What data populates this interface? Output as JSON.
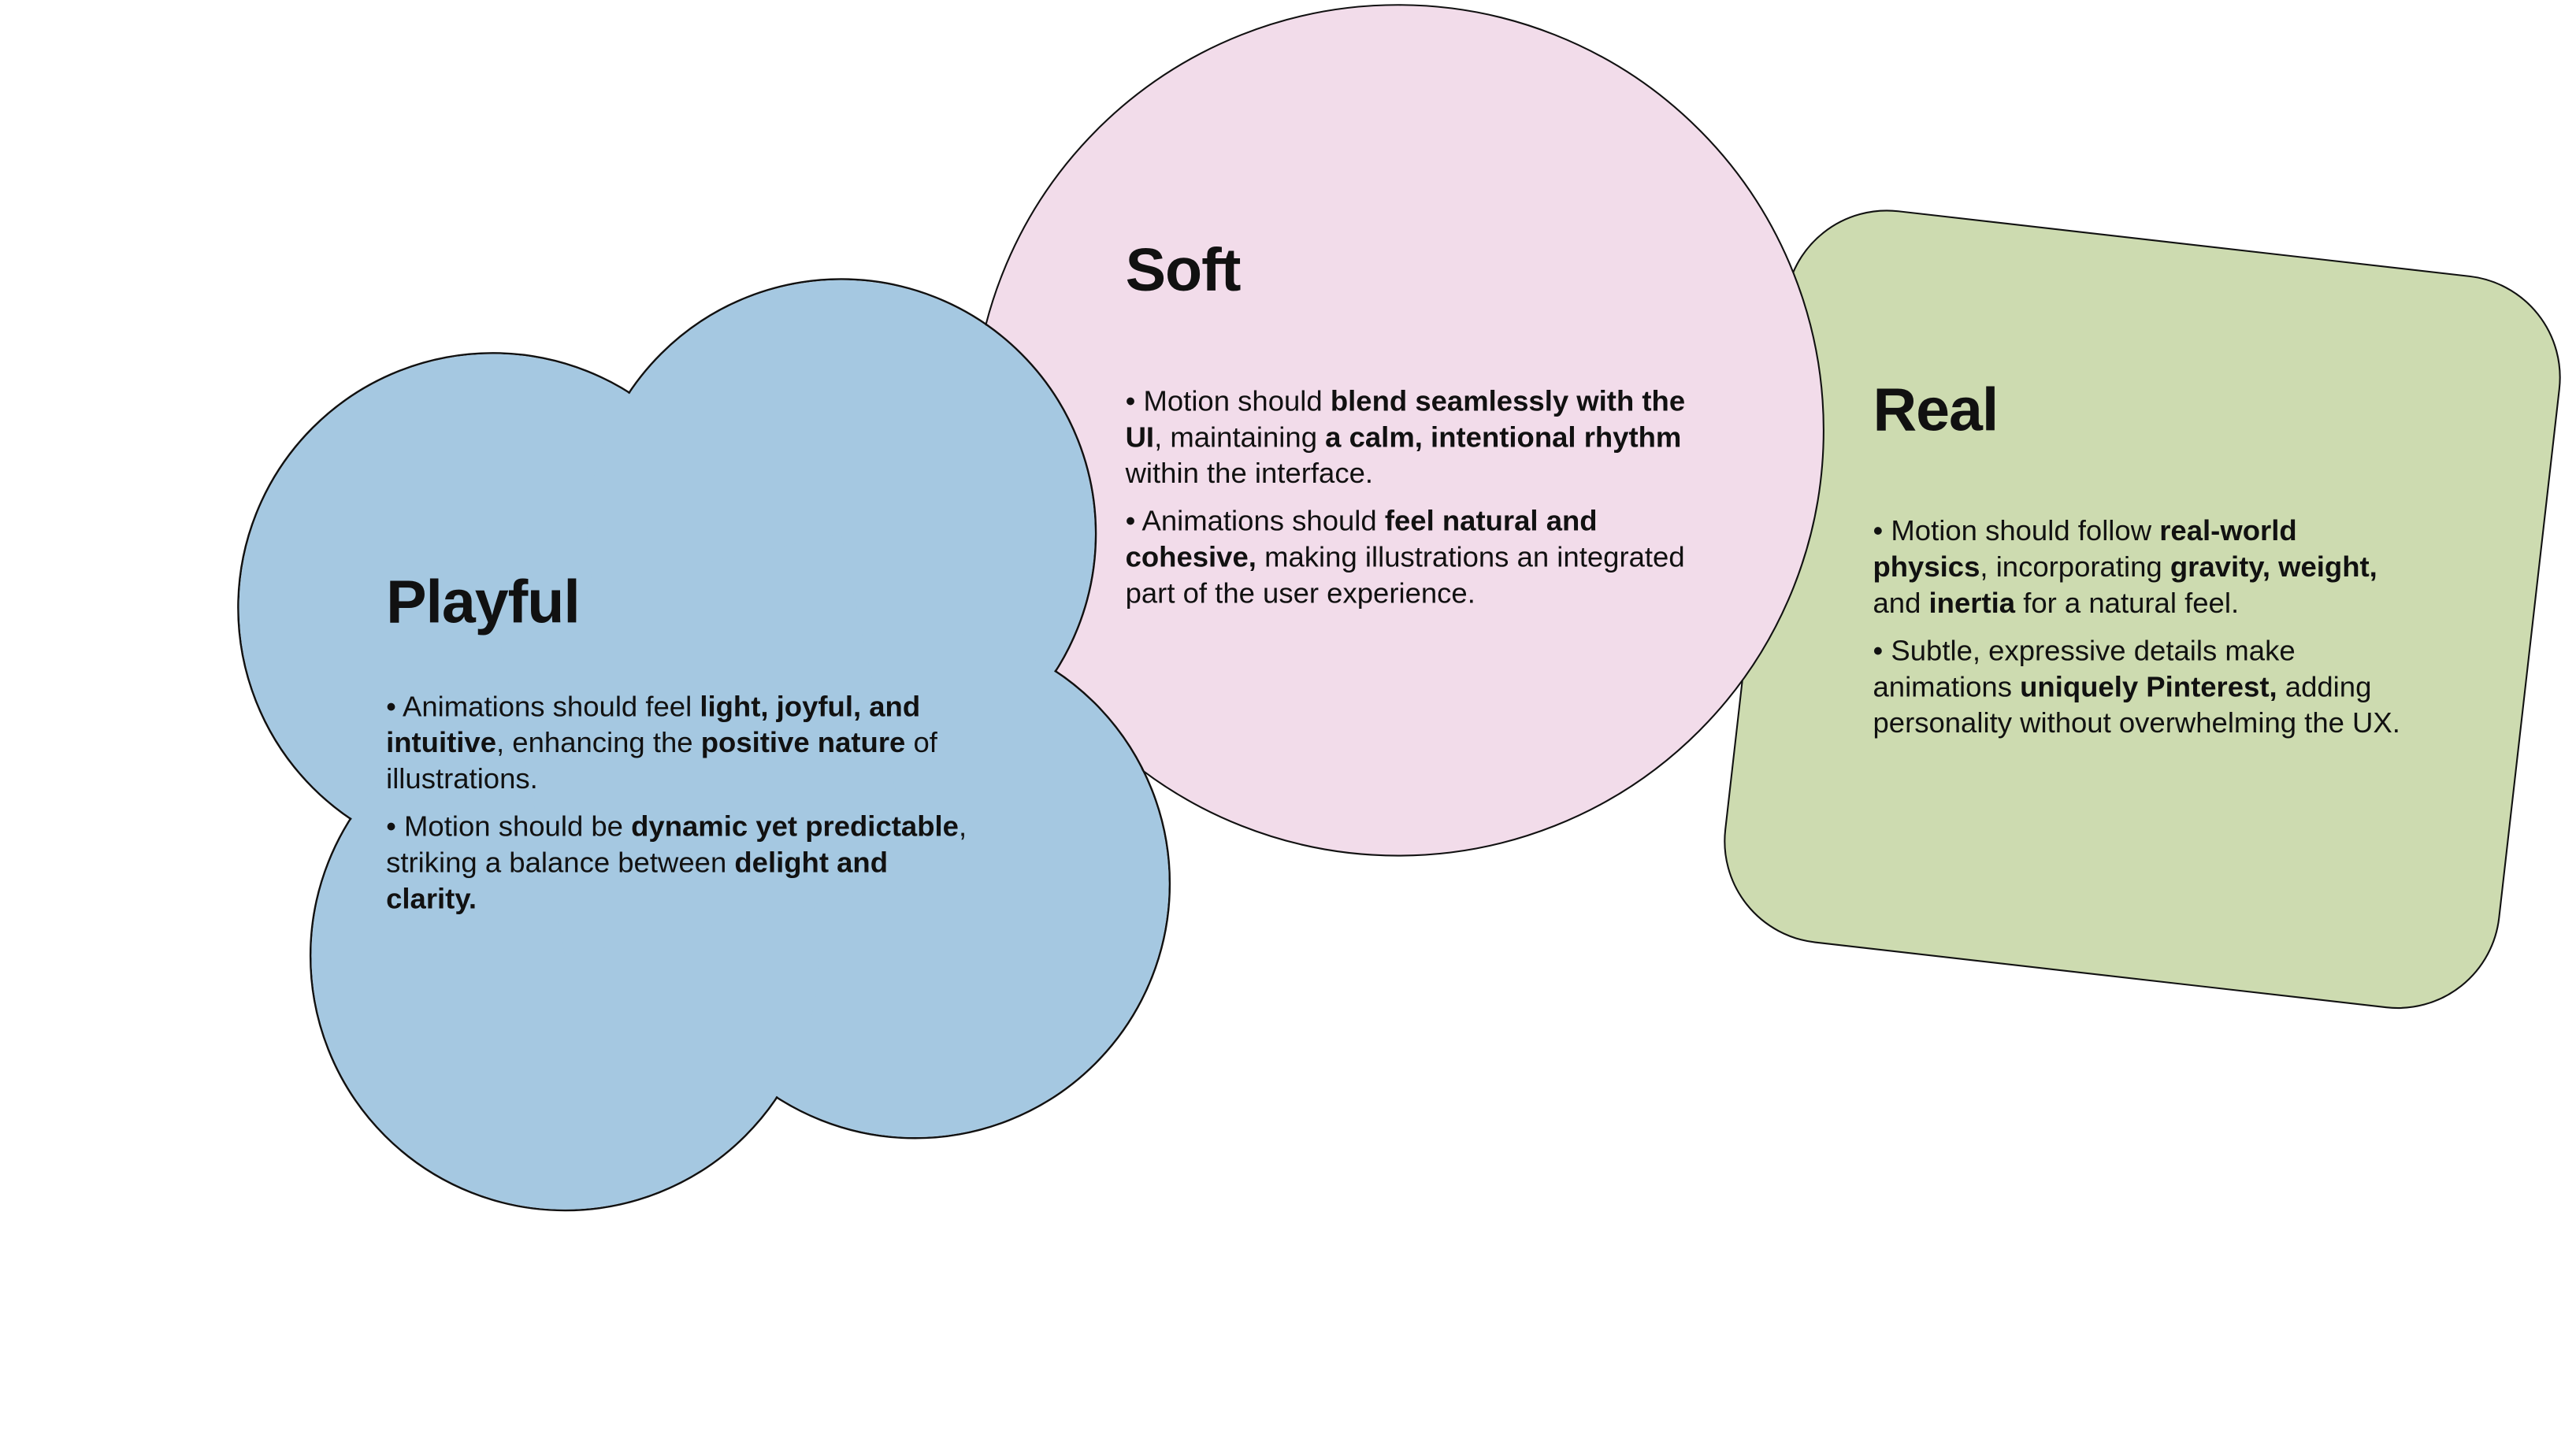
{
  "colors": {
    "playful": "#a5c8e1",
    "soft": "#f2dcea",
    "real": "#cddbb0",
    "outline": "#111111"
  },
  "soft": {
    "title": "Soft",
    "bullets": [
      {
        "parts": [
          [
            "• Motion should ",
            false
          ],
          [
            "blend seamlessly with the UI",
            true
          ],
          [
            ", maintaining ",
            false
          ],
          [
            "a calm, intentional rhythm",
            true
          ],
          [
            " within the interface.",
            false
          ]
        ]
      },
      {
        "parts": [
          [
            " • Animations should ",
            false
          ],
          [
            "feel natural and cohesive,",
            true
          ],
          [
            " making illustrations an integrated part of the user experience.",
            false
          ]
        ]
      }
    ]
  },
  "playful": {
    "title": "Playful",
    "bullets": [
      {
        "parts": [
          [
            "• Animations should feel ",
            false
          ],
          [
            "light, joyful, and intuitive",
            true
          ],
          [
            ", enhancing the ",
            false
          ],
          [
            "positive nature",
            true
          ],
          [
            " of illustrations.",
            false
          ]
        ]
      },
      {
        "parts": [
          [
            " • Motion should be ",
            false
          ],
          [
            "dynamic yet predictable",
            true
          ],
          [
            ", striking a balance between ",
            false
          ],
          [
            "delight and clarity.",
            true
          ]
        ]
      }
    ]
  },
  "real": {
    "title": "Real",
    "bullets": [
      {
        "parts": [
          [
            "  • Motion should follow ",
            false
          ],
          [
            "real-world physics",
            true
          ],
          [
            ", incorporating ",
            false
          ],
          [
            "gravity, weight,",
            true
          ],
          [
            " and ",
            false
          ],
          [
            "inertia",
            true
          ],
          [
            "  for a natural feel.",
            false
          ]
        ]
      },
      {
        "parts": [
          [
            " • Subtle, expressive details make animations ",
            false
          ],
          [
            "uniquely Pinterest,",
            true
          ],
          [
            " adding personality without overwhelming the UX.",
            false
          ]
        ]
      }
    ]
  }
}
